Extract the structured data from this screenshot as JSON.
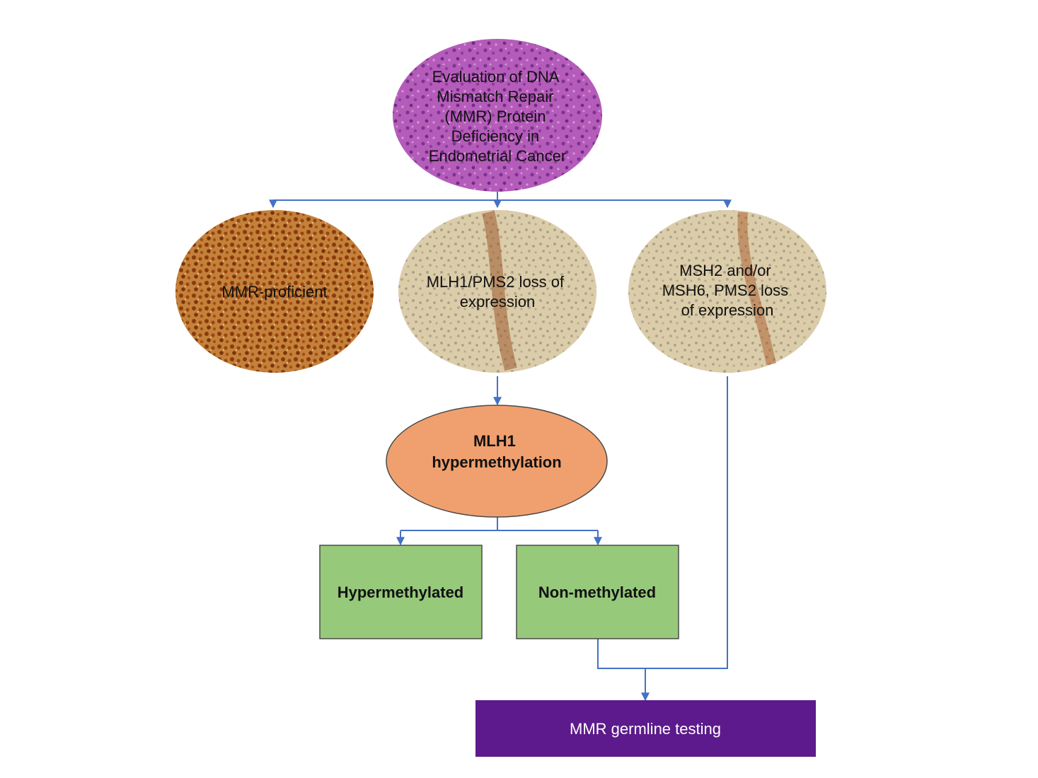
{
  "root": {
    "lines": [
      "Evaluation of DNA",
      "Mismatch Repair",
      "(MMR) Protein",
      "Deficiency in",
      "Endometrial Cancer"
    ]
  },
  "branches": {
    "proficient": {
      "lines": [
        "MMR-proficient"
      ]
    },
    "mlh1_loss": {
      "lines": [
        "MLH1/PMS2 loss of",
        "expression"
      ]
    },
    "msh_loss": {
      "lines": [
        "MSH2 and/or",
        "MSH6, PMS2 loss",
        "of expression"
      ]
    }
  },
  "methylation": {
    "lines": [
      "MLH1",
      "hypermethylation"
    ]
  },
  "results": {
    "hypermethylated": "Hypermethylated",
    "non_methylated": "Non-methylated"
  },
  "germline": "MMR germline testing",
  "colors": {
    "connector": "#4472c4",
    "methylation_fill": "#f0a06e",
    "result_fill": "#97c97b",
    "germline_fill": "#5c1a8c",
    "root_stain": "#b55cba",
    "proficient_stain": "#b5651d",
    "loss_stain": "#d9c8a4"
  }
}
